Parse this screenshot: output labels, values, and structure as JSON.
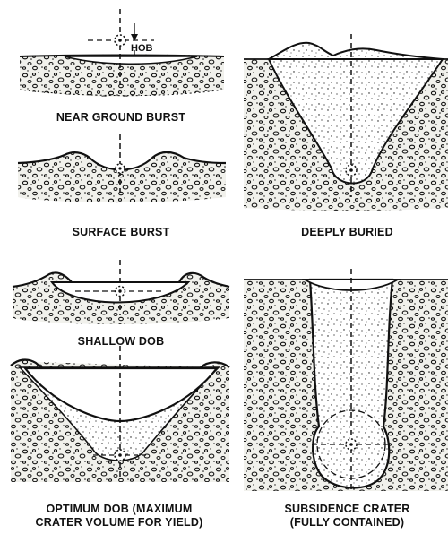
{
  "panels": {
    "near_ground_burst": {
      "caption": "NEAR GROUND BURST",
      "hob_label": "HOB"
    },
    "surface_burst": {
      "caption": "SURFACE BURST"
    },
    "shallow_dob": {
      "caption": "SHALLOW DOB"
    },
    "optimum_dob": {
      "caption_line1": "OPTIMUM DOB (MAXIMUM",
      "caption_line2": "CRATER VOLUME FOR YIELD)"
    },
    "deeply_buried": {
      "caption": "DEEPLY BURIED"
    },
    "subsidence_crater": {
      "caption_line1": "SUBSIDENCE CRATER",
      "caption_line2": "(FULLY CONTAINED)"
    }
  },
  "colors": {
    "ink": "#111111",
    "paper": "#ffffff",
    "soil": "#f1f1ec"
  }
}
